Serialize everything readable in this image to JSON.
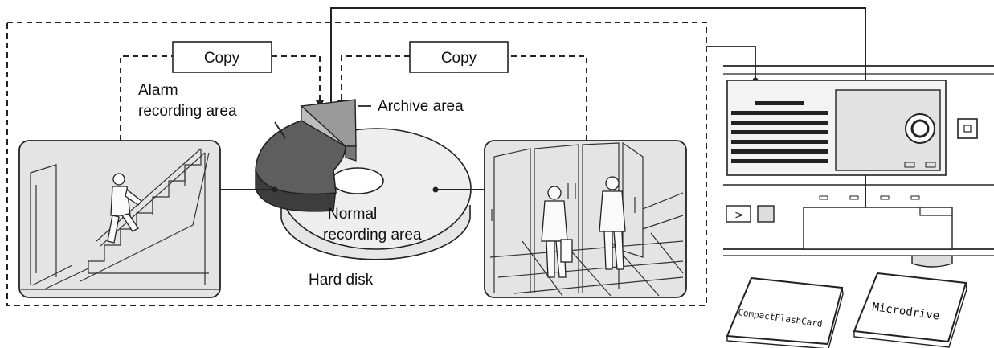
{
  "labels": {
    "copy_left": "Copy",
    "copy_right": "Copy",
    "alarm_line1": "Alarm",
    "alarm_line2": "recording area",
    "archive": "Archive area",
    "normal_line1": "Normal",
    "normal_line2": "recording area",
    "hard_disk": "Hard disk",
    "compactflash": "CompactFlashCard",
    "microdrive": "Microdrive"
  },
  "icons": {
    "stairs_scene": "stairs-person-icon",
    "corridor_scene": "corridor-people-icon",
    "recorder_device": "recorder-device-icon"
  }
}
